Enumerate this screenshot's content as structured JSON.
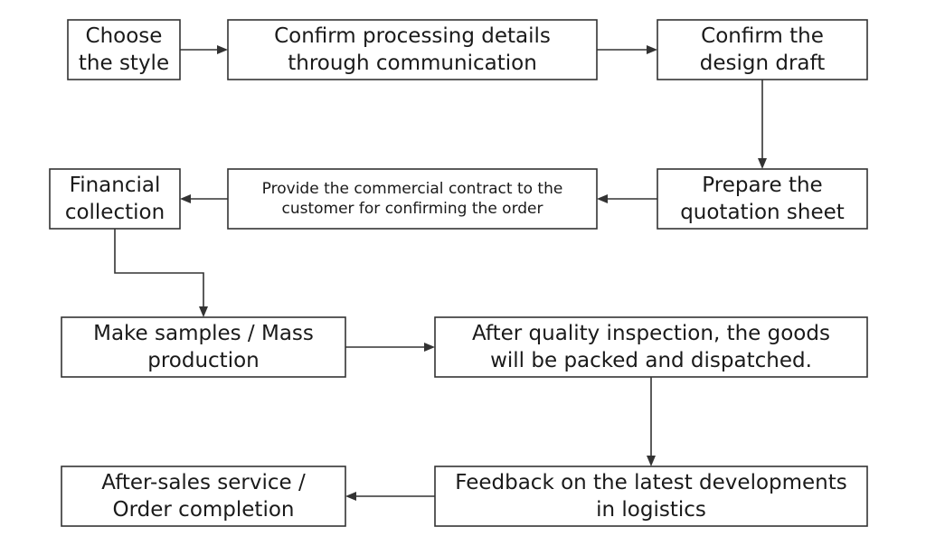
{
  "flowchart": {
    "nodes": [
      {
        "id": "choose-style",
        "lines": [
          "Choose",
          "the style"
        ]
      },
      {
        "id": "confirm-processing",
        "lines": [
          "Confirm processing details",
          "through communication"
        ]
      },
      {
        "id": "confirm-design",
        "lines": [
          "Confirm the",
          "design draft"
        ]
      },
      {
        "id": "prepare-quotation",
        "lines": [
          "Prepare the",
          "quotation sheet"
        ]
      },
      {
        "id": "provide-contract",
        "lines": [
          "Provide the commercial contract to the",
          "customer for confirming the order"
        ]
      },
      {
        "id": "financial-collection",
        "lines": [
          "Financial",
          "collection"
        ]
      },
      {
        "id": "make-samples",
        "lines": [
          "Make samples / Mass",
          "production"
        ]
      },
      {
        "id": "quality-inspection",
        "lines": [
          "After quality inspection, the goods",
          "will be packed and dispatched."
        ]
      },
      {
        "id": "logistics-feedback",
        "lines": [
          "Feedback on the latest developments",
          "in logistics"
        ]
      },
      {
        "id": "after-sales",
        "lines": [
          "After-sales service /",
          "Order completion"
        ]
      }
    ],
    "edges": [
      {
        "from": "choose-style",
        "to": "confirm-processing"
      },
      {
        "from": "confirm-processing",
        "to": "confirm-design"
      },
      {
        "from": "confirm-design",
        "to": "prepare-quotation"
      },
      {
        "from": "prepare-quotation",
        "to": "provide-contract"
      },
      {
        "from": "provide-contract",
        "to": "financial-collection"
      },
      {
        "from": "financial-collection",
        "to": "make-samples"
      },
      {
        "from": "make-samples",
        "to": "quality-inspection"
      },
      {
        "from": "quality-inspection",
        "to": "logistics-feedback"
      },
      {
        "from": "logistics-feedback",
        "to": "after-sales"
      }
    ]
  }
}
